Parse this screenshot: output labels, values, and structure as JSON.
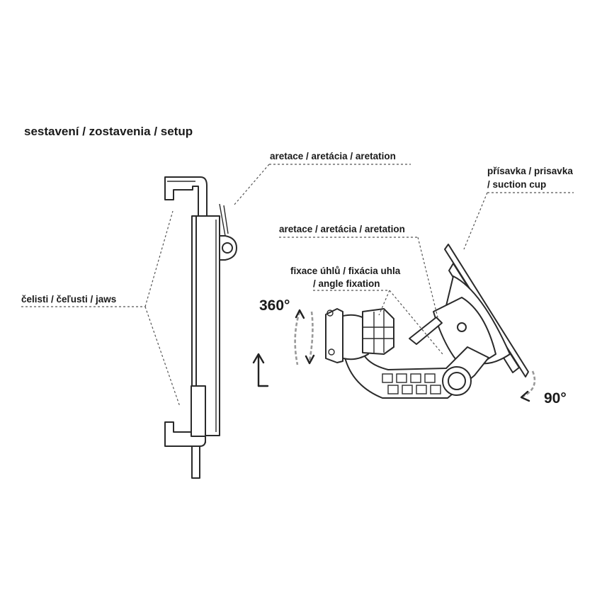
{
  "title": "sestavení / zostavenia / setup",
  "labels": {
    "aretace_top": "aretace / aretácia / aretation",
    "jaws": "čelisti / čeľusti / jaws",
    "suction_line1": "přísavka / prisavka",
    "suction_line2": "/ suction cup",
    "aretace_mid": "aretace / aretácia / aretation",
    "angle_line1": "fixace úhlů / fixácia uhla",
    "angle_line2": "/ angle fixation",
    "rot360": "360°",
    "rot90": "90°"
  },
  "icons": [
    "up-arrow-icon",
    "rotation-arrow-360-icon",
    "rotation-arrow-90-icon"
  ]
}
